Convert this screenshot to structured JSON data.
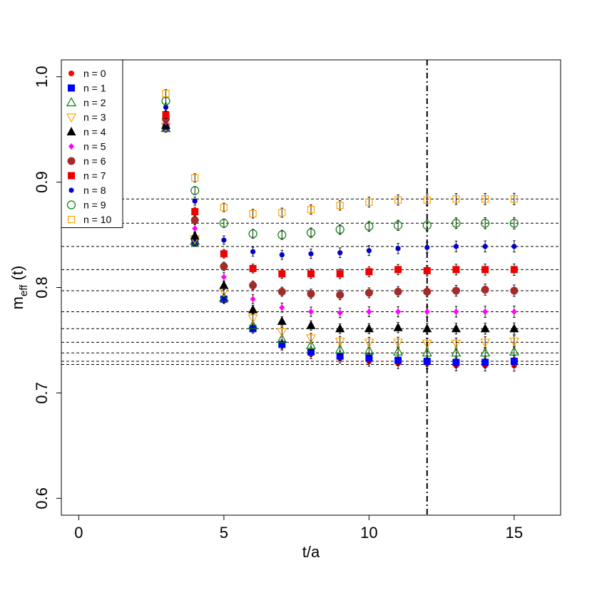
{
  "chart_data": {
    "type": "scatter",
    "title": "",
    "xlabel": "t/a",
    "ylabel_main": "m",
    "ylabel_sub": "eff",
    "ylabel_suffix": " (t)",
    "xlim": [
      -0.6,
      16.6
    ],
    "ylim": [
      0.584,
      1.016
    ],
    "x_ticks": [
      0,
      5,
      10,
      15
    ],
    "x_tick_labels": [
      "0",
      "5",
      "10",
      "15"
    ],
    "y_ticks": [
      0.6,
      0.7,
      0.8,
      0.9,
      1.0
    ],
    "y_tick_labels": [
      "0.6",
      "0.7",
      "0.8",
      "0.9",
      "1.0"
    ],
    "legend_position": "top-left",
    "vertical_line_x": 12,
    "hlines": [
      0.727,
      0.73,
      0.738,
      0.748,
      0.761,
      0.777,
      0.797,
      0.817,
      0.839,
      0.861,
      0.884
    ],
    "x": [
      3,
      4,
      5,
      6,
      7,
      8,
      9,
      10,
      11,
      12,
      13,
      14,
      15
    ],
    "series": [
      {
        "name": "n = 0",
        "marker": "circle-filled",
        "color": "#ff0000",
        "values": [
          0.953,
          0.843,
          0.789,
          0.761,
          0.745,
          0.737,
          0.733,
          0.73,
          0.728,
          0.728,
          0.726,
          0.726,
          0.726
        ]
      },
      {
        "name": "n = 1",
        "marker": "square-filled",
        "color": "#0000ff",
        "values": [
          0.952,
          0.843,
          0.789,
          0.761,
          0.746,
          0.739,
          0.735,
          0.733,
          0.731,
          0.73,
          0.729,
          0.729,
          0.73
        ]
      },
      {
        "name": "n = 2",
        "marker": "triangle-up-open",
        "color": "#008000",
        "values": [
          0.951,
          0.844,
          0.79,
          0.764,
          0.751,
          0.745,
          0.741,
          0.74,
          0.739,
          0.738,
          0.738,
          0.738,
          0.739
        ]
      },
      {
        "name": "n = 3",
        "marker": "triangle-down-open",
        "color": "#ffa500",
        "values": [
          0.953,
          0.846,
          0.796,
          0.771,
          0.758,
          0.752,
          0.749,
          0.748,
          0.748,
          0.747,
          0.747,
          0.748,
          0.749
        ]
      },
      {
        "name": "n = 4",
        "marker": "triangle-up-filled",
        "color": "#000000",
        "values": [
          0.954,
          0.849,
          0.802,
          0.779,
          0.768,
          0.764,
          0.761,
          0.761,
          0.762,
          0.761,
          0.761,
          0.761,
          0.761
        ]
      },
      {
        "name": "n = 5",
        "marker": "diamond-filled",
        "color": "#ff00ff",
        "values": [
          0.957,
          0.856,
          0.81,
          0.789,
          0.781,
          0.777,
          0.776,
          0.777,
          0.777,
          0.777,
          0.777,
          0.777,
          0.777
        ]
      },
      {
        "name": "n = 6",
        "marker": "circle-filled-big",
        "color": "#a52a2a",
        "values": [
          0.96,
          0.864,
          0.82,
          0.802,
          0.796,
          0.794,
          0.793,
          0.795,
          0.796,
          0.796,
          0.797,
          0.798,
          0.797
        ]
      },
      {
        "name": "n = 7",
        "marker": "square-filled",
        "color": "#ee0000",
        "values": [
          0.964,
          0.872,
          0.832,
          0.818,
          0.813,
          0.813,
          0.813,
          0.815,
          0.817,
          0.816,
          0.817,
          0.817,
          0.817
        ]
      },
      {
        "name": "n = 8",
        "marker": "circle-filled-small",
        "color": "#0000cc",
        "values": [
          0.971,
          0.882,
          0.845,
          0.834,
          0.831,
          0.832,
          0.833,
          0.835,
          0.837,
          0.838,
          0.839,
          0.839,
          0.839
        ]
      },
      {
        "name": "n = 9",
        "marker": "circle-open",
        "color": "#008000",
        "values": [
          0.977,
          0.892,
          0.861,
          0.851,
          0.85,
          0.852,
          0.855,
          0.858,
          0.859,
          0.859,
          0.861,
          0.861,
          0.861
        ]
      },
      {
        "name": "n = 10",
        "marker": "square-open",
        "color": "#ffa500",
        "values": [
          0.984,
          0.904,
          0.876,
          0.87,
          0.871,
          0.874,
          0.878,
          0.881,
          0.883,
          0.883,
          0.884,
          0.884,
          0.884
        ]
      }
    ]
  }
}
